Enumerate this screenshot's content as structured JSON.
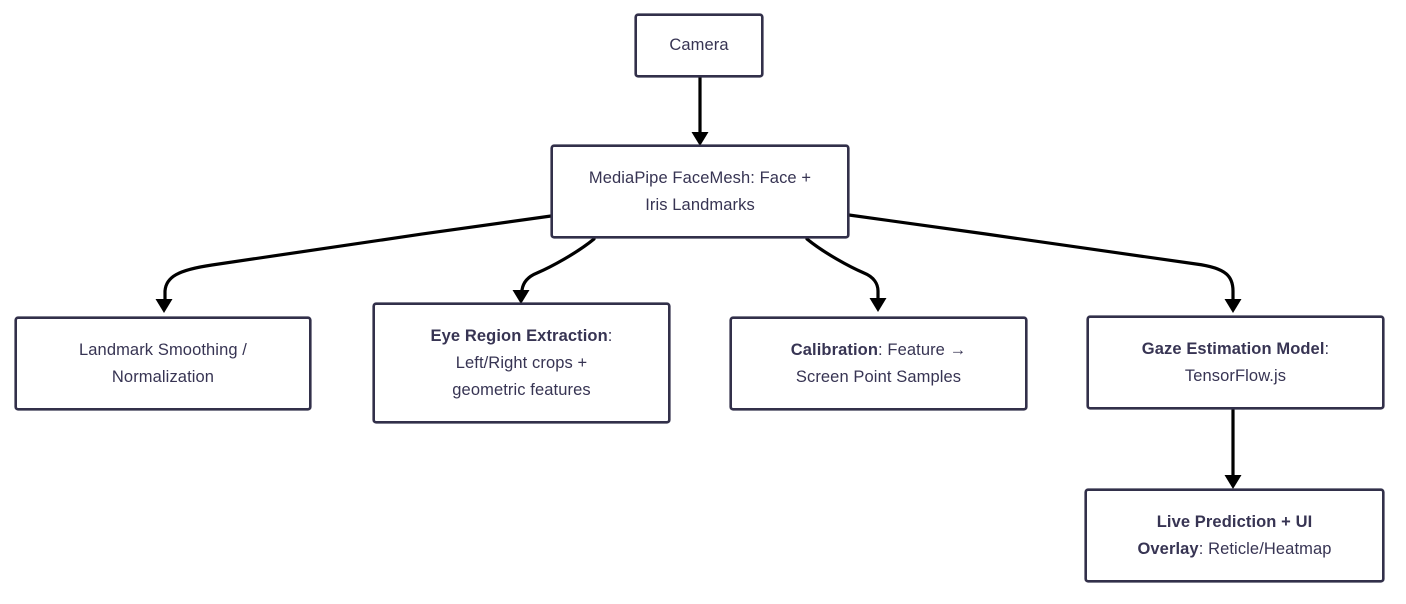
{
  "diagram": {
    "type": "flowchart",
    "background_color": "#ffffff",
    "box_border_color": "#32304a",
    "text_color": "#373453",
    "arrow_color": "#000000",
    "nodes": {
      "camera": {
        "line1": "Camera"
      },
      "facemesh": {
        "line1": "MediaPipe FaceMesh: Face +",
        "line2": "Iris Landmarks"
      },
      "smoothing": {
        "line1": "Landmark Smoothing /",
        "line2": "Normalization"
      },
      "eye_region": {
        "line1_bold": "Eye Region Extraction",
        "line1_rest": ":",
        "line2": "Left/Right crops +",
        "line3": "geometric features"
      },
      "calibration": {
        "line1_bold": "Calibration",
        "line1_rest": ": Feature →",
        "line2": "Screen Point Samples"
      },
      "gaze_model": {
        "line1_bold": "Gaze Estimation Model",
        "line1_rest": ":",
        "line2": "TensorFlow.js"
      },
      "live_prediction": {
        "line1_bold": "Live Prediction + UI",
        "line2_bold": "Overlay",
        "line2_rest": ": Reticle/Heatmap"
      }
    },
    "edges": [
      {
        "from": "camera",
        "to": "facemesh"
      },
      {
        "from": "facemesh",
        "to": "smoothing"
      },
      {
        "from": "facemesh",
        "to": "eye_region"
      },
      {
        "from": "facemesh",
        "to": "calibration"
      },
      {
        "from": "facemesh",
        "to": "gaze_model"
      },
      {
        "from": "gaze_model",
        "to": "live_prediction"
      }
    ]
  }
}
